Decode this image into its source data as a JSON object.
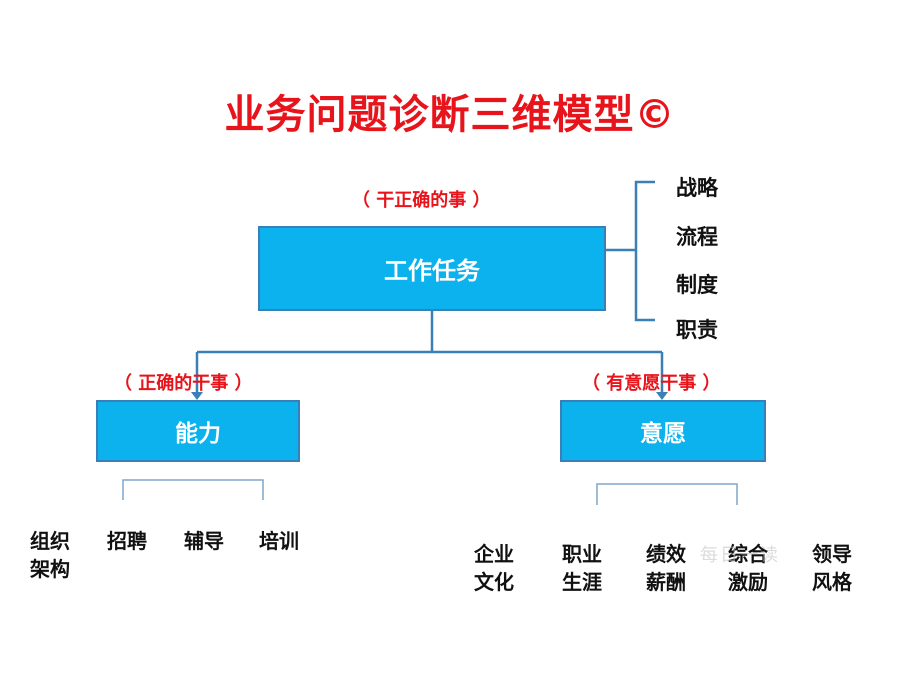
{
  "title": "业务问题诊断三维模型©",
  "top": {
    "note": "（ 干正确的事 ）",
    "box": "工作任务",
    "side_items": [
      "战略",
      "流程",
      "制度",
      "职责"
    ]
  },
  "left": {
    "note": "（ 正确的干事 ）",
    "box": "能力",
    "leaves": [
      {
        "l1": "组织",
        "l2": "架构"
      },
      {
        "l1": "招聘",
        "l2": ""
      },
      {
        "l1": "辅导",
        "l2": ""
      },
      {
        "l1": "培训",
        "l2": ""
      }
    ]
  },
  "right": {
    "note": "（ 有意愿干事 ）",
    "box": "意愿",
    "leaves": [
      {
        "l1": "企业",
        "l2": "文化"
      },
      {
        "l1": "职业",
        "l2": "生涯"
      },
      {
        "l1": "绩效",
        "l2": "薪酬"
      },
      {
        "l1": "综合",
        "l2": "激励"
      },
      {
        "l1": "领导",
        "l2": "风格"
      }
    ]
  },
  "watermark": "每日一读",
  "colors": {
    "accent": "#e8141b",
    "box_fill": "#0bb2ee",
    "line": "#3a7fb5"
  }
}
